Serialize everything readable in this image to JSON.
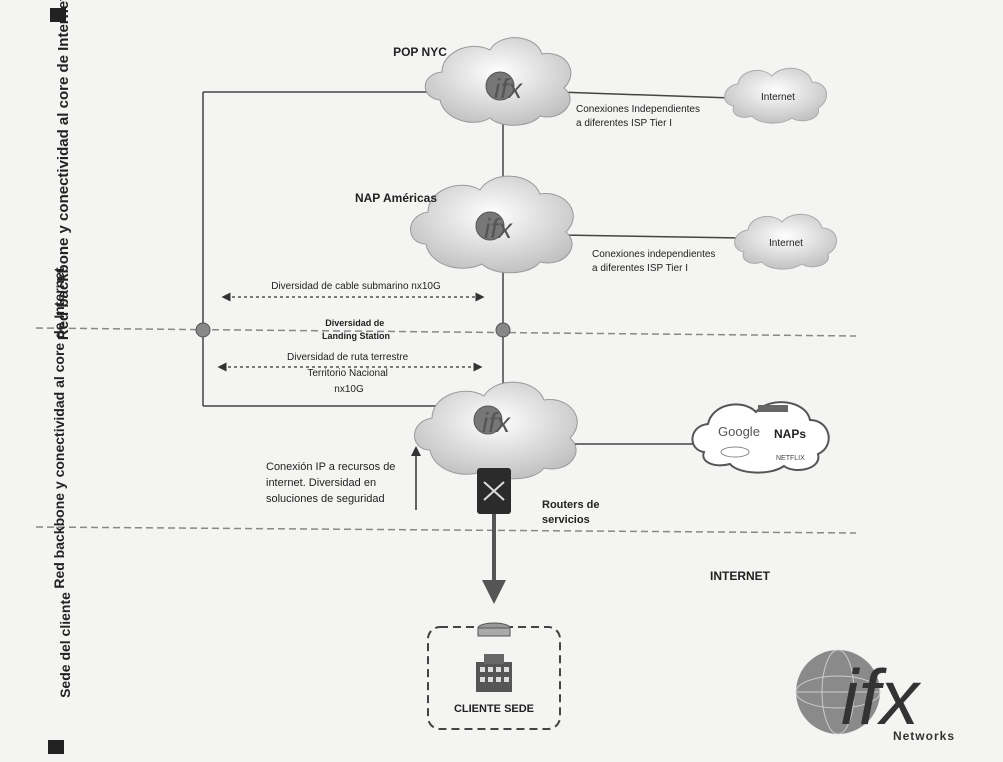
{
  "zones": {
    "backbone_top": "Red backbone y conectividad al core de Internet",
    "backbone_mid": "Red backbone y conectividad al core de Internet",
    "client": "Sede del cliente"
  },
  "nodes": {
    "pop_nyc": "POP NYC",
    "nap_americas": "NAP Américas",
    "internet_1": "Internet",
    "internet_2": "Internet",
    "internet_zone": "INTERNET",
    "naps": "NAPs",
    "cliente_sede": "CLIENTE SEDE",
    "routers": "Routers de servicios"
  },
  "cloud_logo": "ifx",
  "annotations": {
    "isp_1": "Conexiones Independientes a diferentes ISP Tier I",
    "isp_2": "Conexiones independientes a diferentes ISP Tier I",
    "cable": "Diversidad de cable submarino nx10G",
    "landing": "Diversidad de Landing Station",
    "ruta": "Diversidad de ruta terrestre Territorio Nacional nx10G",
    "conexion_ip": "Conexión IP a recursos de internet. Diversidad en soluciones de seguridad"
  },
  "naps_logos": {
    "google": "Google",
    "netflix": "NETFLIX"
  },
  "brand": {
    "logo_text": "ifx",
    "networks": "Networks"
  }
}
